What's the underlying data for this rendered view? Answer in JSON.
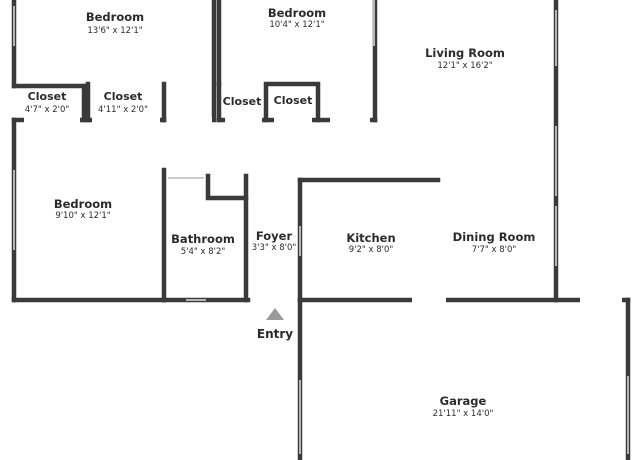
{
  "rooms": {
    "bedroom_top_left": {
      "name": "Bedroom",
      "dims": "13'6\" x 12'1\""
    },
    "bedroom_top_mid": {
      "name": "Bedroom",
      "dims": "10'4\" x 12'1\""
    },
    "living_room": {
      "name": "Living Room",
      "dims": "12'1\" x 16'2\""
    },
    "closet_1": {
      "name": "Closet",
      "dims": "4'7\" x 2'0\""
    },
    "closet_2": {
      "name": "Closet",
      "dims": "4'11\" x 2'0\""
    },
    "closet_3": {
      "name": "Closet"
    },
    "closet_4": {
      "name": "Closet"
    },
    "bedroom_left": {
      "name": "Bedroom",
      "dims": "9'10\" x 12'1\""
    },
    "bathroom": {
      "name": "Bathroom",
      "dims": "5'4\" x 8'2\""
    },
    "foyer": {
      "name": "Foyer",
      "dims": "3'3\" x 8'0\""
    },
    "kitchen": {
      "name": "Kitchen",
      "dims": "9'2\" x 8'0\""
    },
    "dining_room": {
      "name": "Dining Room",
      "dims": "7'7\" x 8'0\""
    },
    "garage": {
      "name": "Garage",
      "dims": "21'11\" x 14'0\""
    }
  },
  "entry": {
    "label": "Entry"
  },
  "colors": {
    "wall": "#3a3a3a",
    "window": "#b5b5b5",
    "background": "#ffffff",
    "arrow": "#9a9a9a"
  }
}
